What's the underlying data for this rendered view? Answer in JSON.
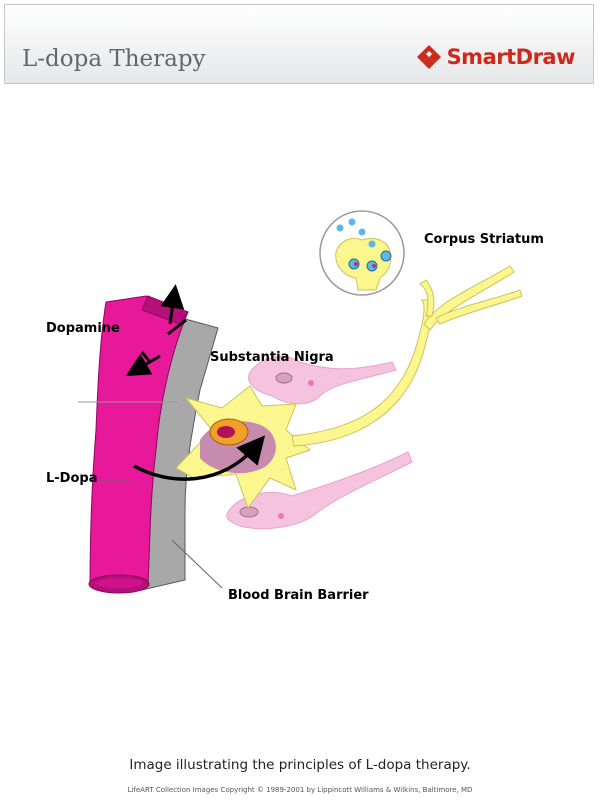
{
  "header": {
    "title": "L-dopa Therapy"
  },
  "brand": {
    "name": "SmartDraw",
    "logo_icon": "smartdraw-diamond-icon",
    "color": "#cc2a1c"
  },
  "labels": {
    "corpus_striatum": "Corpus Striatum",
    "dopamine": "Dopamine",
    "substantia_nigra": "Substantia Nigra",
    "l_dopa": "L-Dopa",
    "blood_brain_barrier": "Blood Brain Barrier"
  },
  "caption": "Image illustrating the principles of L-dopa therapy.",
  "copyright": "LifeART Collection Images Copyright © 1989-2001 by Lippincott Williams & Wilkins, Baltimore, MD",
  "colors": {
    "vessel": "#e8189a",
    "vessel_dark": "#b5107a",
    "barrier": "#a8a8a8",
    "neuron": "#fbf68e",
    "neuron_outline": "#c9c35a",
    "soma_pink": "#c07fb0",
    "nucleus": "#f0a028",
    "nucleolus": "#b0105a",
    "faded_neuron": "#f6c3df",
    "vesicle": "#5cb6e6"
  }
}
